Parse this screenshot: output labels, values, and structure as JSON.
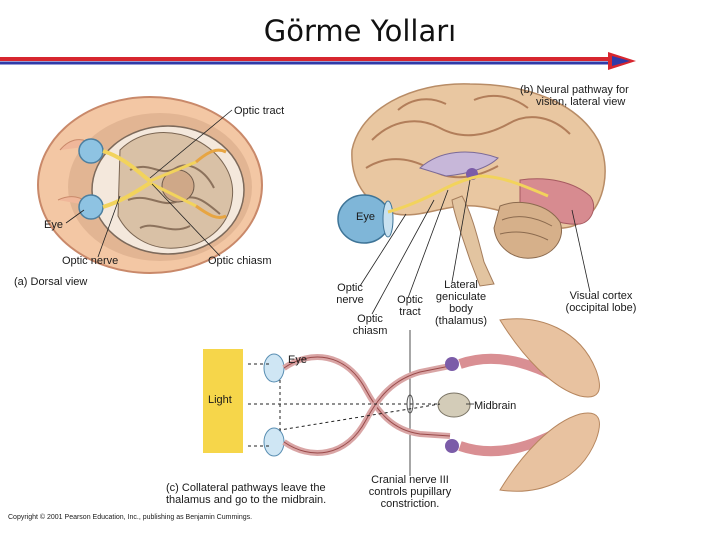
{
  "slide": {
    "title": "Görme Yolları"
  },
  "panels": {
    "a_caption": "(a) Dorsal view",
    "b_caption_line1": "(b) Neural pathway for",
    "b_caption_line2": "vision, lateral view",
    "c_caption_line1": "(c) Collateral pathways leave the",
    "c_caption_line2": "thalamus and go to the midbrain."
  },
  "labels_a": {
    "optic_tract": "Optic tract",
    "eye": "Eye",
    "optic_nerve": "Optic nerve",
    "optic_chiasm": "Optic chiasm"
  },
  "labels_b": {
    "eye": "Eye",
    "optic_nerve_1": "Optic",
    "optic_nerve_2": "nerve",
    "optic_chiasm_1": "Optic",
    "optic_chiasm_2": "chiasm",
    "optic_tract_1": "Optic",
    "optic_tract_2": "tract",
    "lgb_1": "Lateral",
    "lgb_2": "geniculate",
    "lgb_3": "body",
    "lgb_4": "(thalamus)",
    "visual_cortex_1": "Visual cortex",
    "visual_cortex_2": "(occipital lobe)"
  },
  "labels_c": {
    "eye": "Eye",
    "light": "Light",
    "midbrain": "Midbrain",
    "cn3_1": "Cranial nerve III",
    "cn3_2": "controls pupillary",
    "cn3_3": "constriction."
  },
  "credit": "Copyright © 2001 Pearson Education, Inc., publishing as Benjamin Cummings.",
  "colors": {
    "arrow_red": "#d7262f",
    "arrow_blue": "#2f3aa8",
    "brain_tan": "#e8c8a4",
    "brain_pink": "#d98f93",
    "light_yellow": "#f6d64a",
    "eye_blue": "#7fb6d8"
  }
}
